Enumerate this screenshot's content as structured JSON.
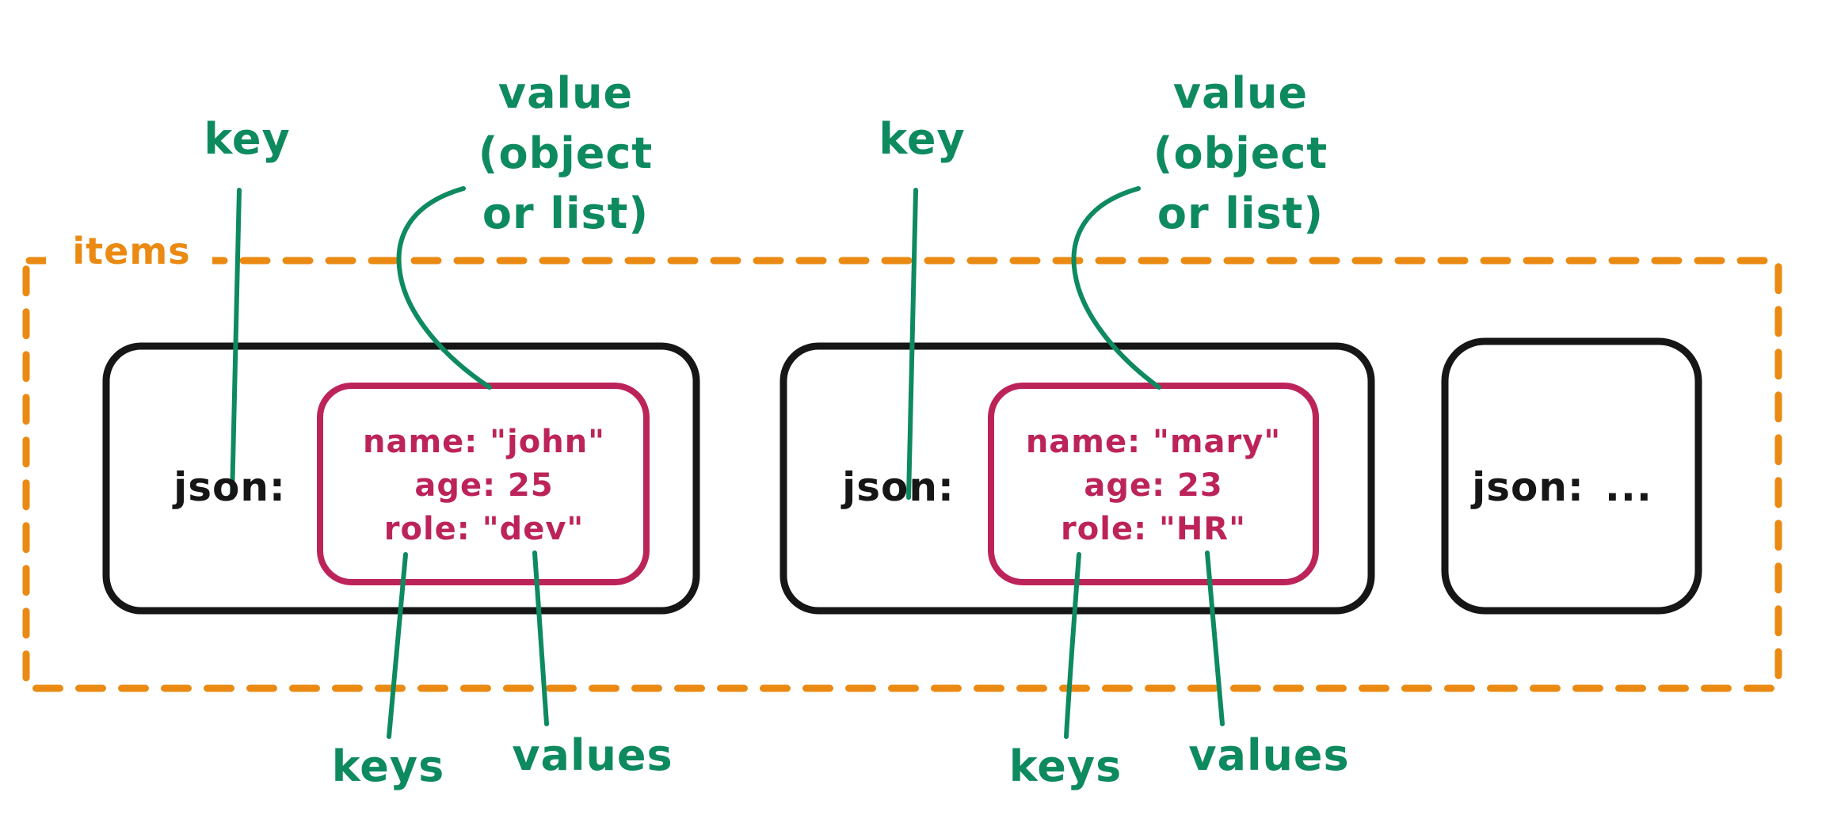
{
  "colors": {
    "orange": "#ea8a12",
    "green": "#0e8a5f",
    "crimson": "#bc2459",
    "ink": "#161616",
    "background": "#ffffff"
  },
  "items_label": "items",
  "cards": [
    {
      "key": "json:",
      "fields": [
        "name: \"john\"",
        "age: 25",
        "role: \"dev\""
      ]
    },
    {
      "key": "json:",
      "fields": [
        "name: \"mary\"",
        "age: 23",
        "role: \"HR\""
      ]
    },
    {
      "key": "json:",
      "ellipsis": "..."
    }
  ],
  "annotations": {
    "key": "key",
    "value_lines": [
      "value",
      "(object",
      "or list)"
    ],
    "keys": "keys",
    "values": "values"
  }
}
